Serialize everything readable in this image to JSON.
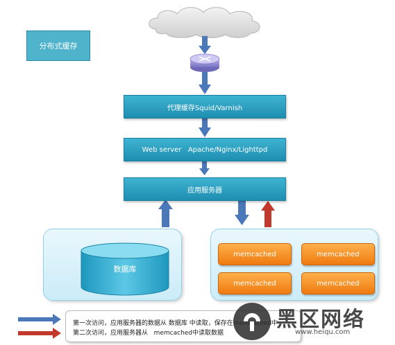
{
  "title": "分布式缓存",
  "layers": {
    "proxy_cache": "代理缓存Squid/Varnish",
    "web_server": "Web server   Apache/Nginx/Lighttpd",
    "app_server": "应用服务器"
  },
  "database": {
    "label": "数据库"
  },
  "memcached_nodes": [
    "memcached",
    "memcached",
    "memcached",
    "memcached"
  ],
  "legend": {
    "first_visit": "第一次访问，应用服务器的数据从 数据库 中读取，保存在memcached中",
    "second_visit": "第二次访问，应用服务器从   memcached中读取数据"
  },
  "colors": {
    "first_visit_arrow": "#4a78b8",
    "second_visit_arrow": "#c0392b",
    "layer": "#2a9fc4",
    "memcached": "#f28c1c"
  },
  "watermark": {
    "text": "黑区网络",
    "url": "www.heiqu.com"
  }
}
